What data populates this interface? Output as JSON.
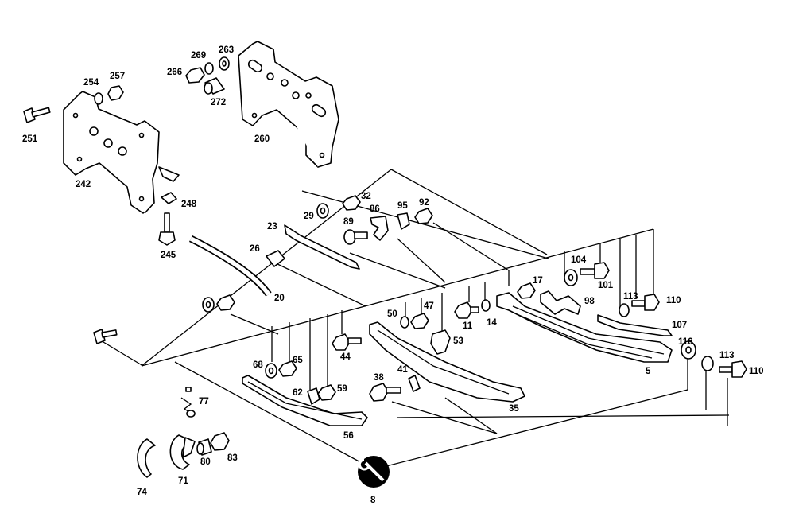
{
  "diagram": {
    "labels": {
      "l251": "251",
      "l254": "254",
      "l257": "257",
      "l242": "242",
      "l248": "248",
      "l245": "245",
      "l266": "266",
      "l269": "269",
      "l263": "263",
      "l272": "272",
      "l260": "260",
      "l32": "32",
      "l29": "29",
      "l89": "89",
      "l86": "86",
      "l95": "95",
      "l92": "92",
      "l23": "23",
      "l26": "26",
      "l20": "20",
      "l104": "104",
      "l17": "17",
      "l101": "101",
      "l98": "98",
      "l113a": "113",
      "l110a": "110",
      "l107": "107",
      "l50": "50",
      "l47": "47",
      "l11": "11",
      "l14": "14",
      "l53": "53",
      "l68": "68",
      "l65": "65",
      "l44": "44",
      "l62": "62",
      "l59": "59",
      "l38": "38",
      "l41": "41",
      "l35": "35",
      "l5": "5",
      "l116": "116",
      "l113b": "113",
      "l110b": "110",
      "l77": "77",
      "l56": "56",
      "l80": "80",
      "l83": "83",
      "l74": "74",
      "l71": "71",
      "l8": "8"
    }
  }
}
